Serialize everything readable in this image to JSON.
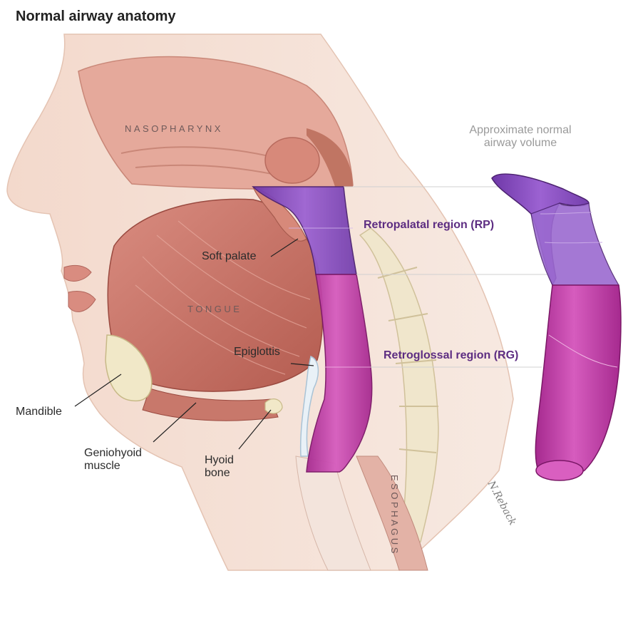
{
  "title": "Normal airway anatomy",
  "regions": {
    "nasopharynx": "NASOPHARYNX",
    "tongue": "TONGUE",
    "esophagus": "ESOPHAGUS"
  },
  "labels": {
    "soft_palate": "Soft palate",
    "epiglottis": "Epiglottis",
    "mandible": "Mandible",
    "geniohyoid": "Geniohyoid muscle",
    "hyoid": "Hyoid bone"
  },
  "airway": {
    "caption": "Approximate normal airway volume",
    "retropalatal": "Retropalatal region (RP)",
    "retroglossal": "Retroglossal region (RG)"
  },
  "signature": "N.Reback",
  "colors": {
    "skin": "#f1d4c4",
    "muscle": "#c9766a",
    "rp_purple": "#8b4fc4",
    "rg_magenta": "#c33ea8",
    "label_purple": "#5d2d82"
  }
}
